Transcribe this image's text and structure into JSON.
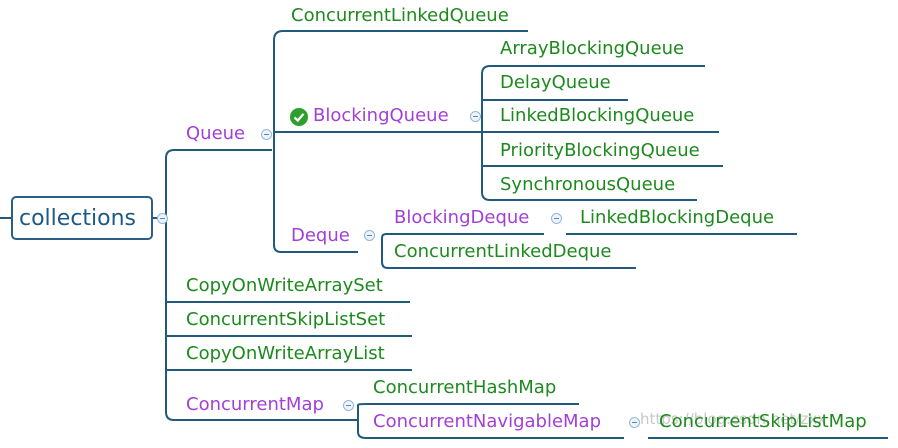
{
  "root": "collections",
  "queue": {
    "label": "Queue",
    "concurrent_linked_queue": "ConcurrentLinkedQueue",
    "blocking_queue": {
      "label": "BlockingQueue",
      "children": [
        "ArrayBlockingQueue",
        "DelayQueue",
        "LinkedBlockingQueue",
        "PriorityBlockingQueue",
        "SynchronousQueue"
      ]
    },
    "deque": {
      "label": "Deque",
      "blocking_deque": "BlockingDeque",
      "linked_blocking_deque": "LinkedBlockingDeque",
      "concurrent_linked_deque": "ConcurrentLinkedDeque"
    }
  },
  "copy_on_write_array_set": "CopyOnWriteArraySet",
  "concurrent_skip_list_set": "ConcurrentSkipListSet",
  "copy_on_write_array_list": "CopyOnWriteArrayList",
  "concurrent_map": {
    "label": "ConcurrentMap",
    "concurrent_hash_map": "ConcurrentHashMap",
    "concurrent_navigable_map": "ConcurrentNavigableMap",
    "concurrent_skip_list_map": "ConcurrentSkipListMap"
  },
  "watermark": "https://blog.csdn.net/zxx",
  "colors": {
    "line": "#215a7c",
    "class_text": "#1d8a1d",
    "interface_text": "#a33fd6",
    "root_text": "#1f5a85"
  }
}
